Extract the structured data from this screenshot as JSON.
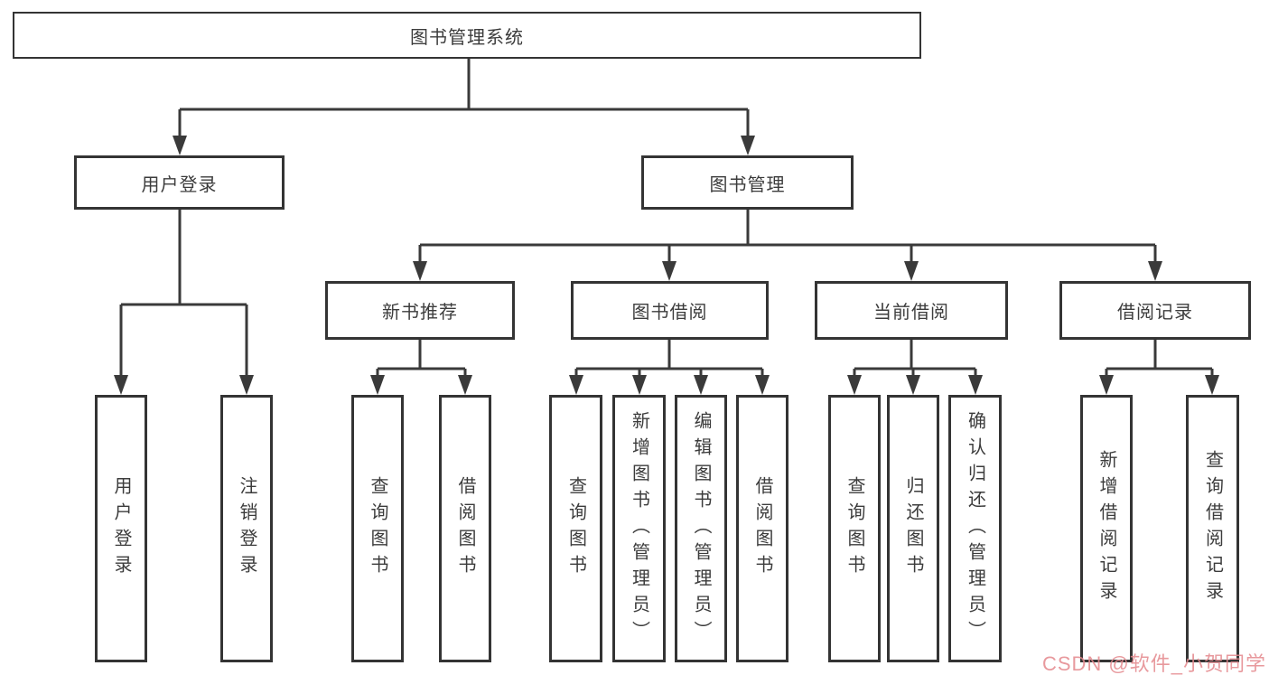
{
  "diagram": {
    "root": {
      "label": "图书管理系统"
    },
    "level2": [
      {
        "label": "用户登录"
      },
      {
        "label": "图书管理"
      }
    ],
    "level3": [
      {
        "label": "新书推荐"
      },
      {
        "label": "图书借阅"
      },
      {
        "label": "当前借阅"
      },
      {
        "label": "借阅记录"
      }
    ],
    "leaves": [
      {
        "label": "用户登录"
      },
      {
        "label": "注销登录"
      },
      {
        "label": "查询图书"
      },
      {
        "label": "借阅图书"
      },
      {
        "label": "查询图书"
      },
      {
        "label": "新增图书（管理员）"
      },
      {
        "label": "编辑图书（管理员）"
      },
      {
        "label": "借阅图书"
      },
      {
        "label": "查询图书"
      },
      {
        "label": "归还图书"
      },
      {
        "label": "确认归还（管理员）"
      },
      {
        "label": "新增借阅记录"
      },
      {
        "label": "查询借阅记录"
      }
    ]
  },
  "colors": {
    "line": "#3a3a3a",
    "box_border": "#343434",
    "text": "#3c3c3c",
    "watermark": "#e4888d"
  },
  "watermark": {
    "text": "CSDN @软件_小贺同学",
    "color": "#e4888d"
  }
}
